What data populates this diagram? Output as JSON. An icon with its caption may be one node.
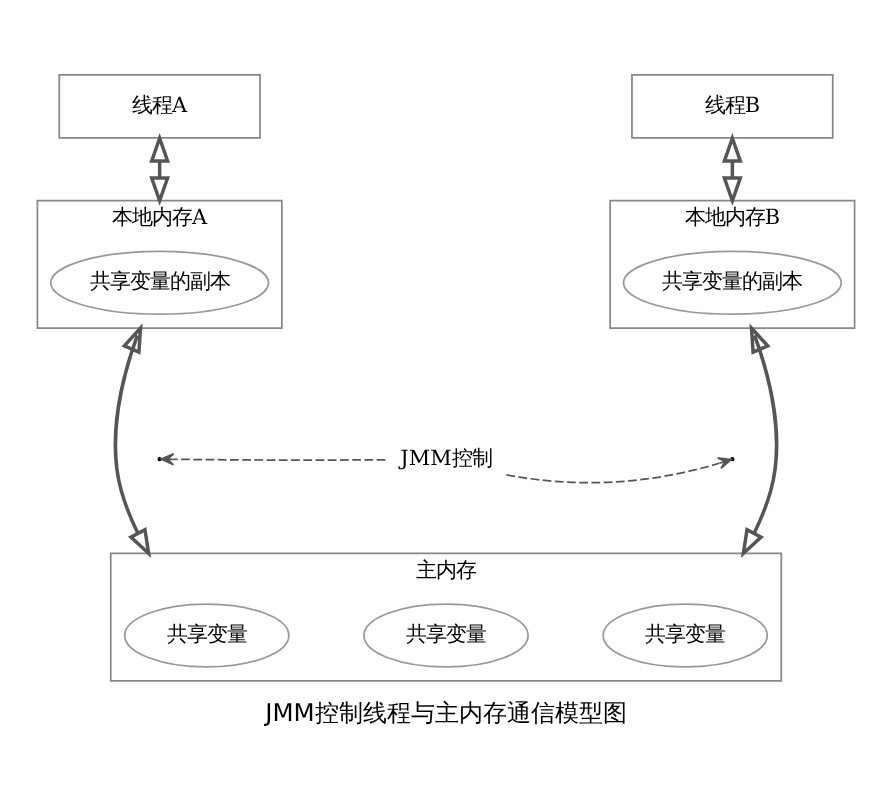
{
  "diagram": {
    "caption": "JMM控制线程与主内存通信模型图",
    "nodes": [
      {
        "text": [
          "线程A"
        ]
      },
      {
        "text": [
          "线程B"
        ]
      },
      {
        "text": [
          "本地内存A"
        ]
      },
      {
        "text": [
          "共享变量的副本"
        ],
        "in": 2
      },
      {
        "text": [
          "本地内存B"
        ]
      },
      {
        "text": [
          "共享变量的副本"
        ],
        "in": 4
      },
      {
        "text": [
          "JMM控制"
        ]
      },
      {
        "text": [
          "主内存"
        ]
      },
      {
        "text": [
          "共享变量"
        ],
        "in": 7
      },
      {
        "text": [
          "共享变量"
        ],
        "in": 7
      },
      {
        "text": [
          "共享变量"
        ],
        "in": 7
      }
    ],
    "edges": [
      {
        "from": 0,
        "to": 2,
        "arrow": "both"
      },
      {
        "from": 1,
        "to": 4,
        "arrow": "both"
      },
      {
        "from": 2,
        "to": 7,
        "arrow": "both"
      },
      {
        "from": 4,
        "to": 7,
        "arrow": "both"
      },
      {
        "from": 6,
        "to": null,
        "arrow": "to",
        "style": "dashed"
      },
      {
        "from": 6,
        "to": null,
        "arrow": "to",
        "style": "dashed"
      }
    ]
  }
}
